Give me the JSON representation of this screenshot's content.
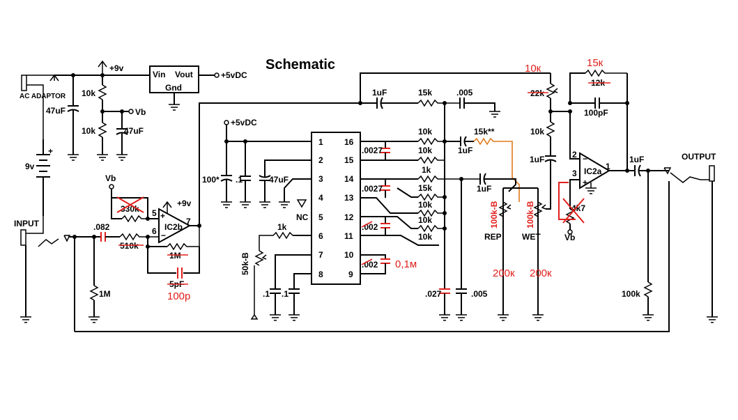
{
  "title": "Schematic",
  "power": {
    "ac_adaptor": "AC ADAPTOR",
    "battery": "9v",
    "plus": "+",
    "rail_9v": "+9v",
    "rail_5v": "+5vDC",
    "vb": "Vb"
  },
  "regulator": {
    "vin": "Vin",
    "vout": "Vout",
    "gnd": "Gnd"
  },
  "chip": {
    "pins_left": [
      "1",
      "2",
      "3",
      "4",
      "5",
      "6",
      "7",
      "8"
    ],
    "pins_right": [
      "16",
      "15",
      "14",
      "13",
      "12",
      "11",
      "10",
      "9"
    ],
    "nc": "NC"
  },
  "opamps": {
    "ic2b": "IC2b",
    "ic2a": "IC2a",
    "pin5": "5",
    "pin6": "6",
    "pin7": "7",
    "pin1": "1",
    "pin2": "2",
    "pin3": "3",
    "pos": "+",
    "neg": "−"
  },
  "io": {
    "input": "INPUT",
    "output": "OUTPUT"
  },
  "pots": {
    "rep": "REP",
    "wet": "WET",
    "rep_value": "100k-B",
    "wet_value": "100k-B",
    "tone_pot": "50k-B"
  },
  "components": {
    "r_10k": "10k",
    "c_47uf": "47uF",
    "c_082": ".082",
    "r_1m": "1M",
    "r_330k": "330k",
    "r_510k": "510k",
    "r_1m_fb": "1M",
    "c_5pf": "5pF",
    "c_100": "100*",
    "c_1": ".1",
    "r_1k": "1k",
    "c_1uf": "1uF",
    "r_15k": "15k",
    "c_005": ".005",
    "r_15k_star": "15k**",
    "c_0027": ".0027",
    "c_002": ".002",
    "c_027": ".027",
    "r_22k": "22k",
    "r_12k": "12k",
    "c_100pf": "100pF",
    "r_4k7": "4k7",
    "r_100k": "100k"
  },
  "annotations": {
    "ann_10k": "10к",
    "ann_15k": "15к",
    "ann_100p": "100р",
    "ann_01m": "0,1м",
    "ann_200k_rep": "200к",
    "ann_200k_wet": "200к"
  },
  "colors": {
    "wire": "#000000",
    "annotation": "#e0201c",
    "changed_resistor": "#e07a1c"
  }
}
